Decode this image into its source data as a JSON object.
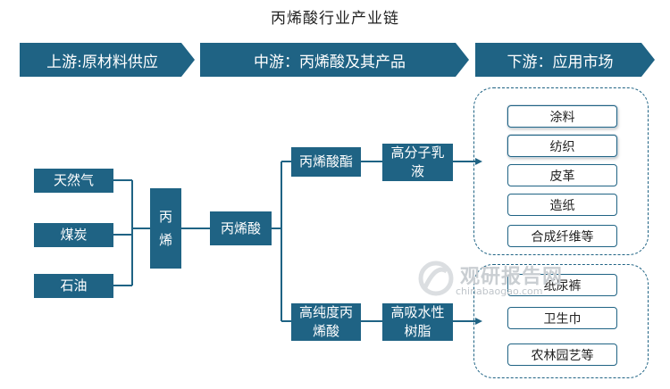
{
  "title": "丙烯酸行业产业链",
  "headers": {
    "upstream": "上游:原材料供应",
    "midstream": "中游：丙烯酸及其产品",
    "downstream": "下游：应用市场"
  },
  "raw_materials": [
    "天然气",
    "煤炭",
    "石油"
  ],
  "propylene": "丙\n烯",
  "acrylic_acid": "丙烯酸",
  "acrylate": "丙烯酸酯",
  "emulsion": "高分子乳\n液",
  "hp_acrylic": "高纯度丙\n烯酸",
  "sap": "高吸水性\n树脂",
  "apps_group1": [
    "涂料",
    "纺织",
    "皮革",
    "造纸",
    "合成纤维等"
  ],
  "apps_group2": [
    "纸尿裤",
    "卫生巾",
    "农林园艺等"
  ],
  "watermark": {
    "brand": "观研报告网",
    "url": "chinabaogao.com"
  },
  "colors": {
    "primary": "#1f6384",
    "text": "#222222"
  }
}
